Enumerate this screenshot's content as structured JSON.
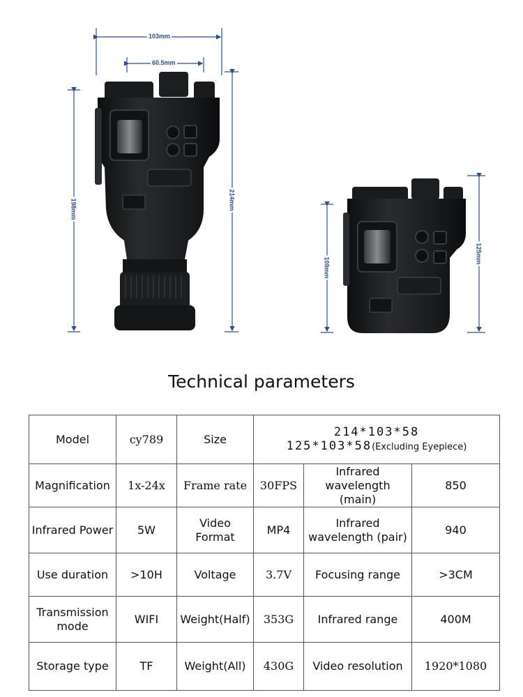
{
  "dimensions": {
    "width_103": "103mm",
    "width_60_5": "60.5mm",
    "height_198": "198mm",
    "height_214": "214mm",
    "height_109": "109mm",
    "height_125": "125mm"
  },
  "colors": {
    "dimension_line": "#2c4f8c",
    "device_body": "#1b1c1e",
    "table_border": "#555555"
  },
  "title": "Technical parameters",
  "table": {
    "model_label": "Model",
    "model_value": "cy789",
    "size_label": "Size",
    "size_line1": "214*103*58",
    "size_line2": "125*103*58",
    "size_note": "(Excluding Eyepiece)",
    "rows": [
      {
        "c1": "Magnification",
        "c2": "1x-24x",
        "c3": "Frame rate",
        "c4": "30FPS",
        "c5": "Infrared wavelength (main)",
        "c6": "850"
      },
      {
        "c1": "Infrared Power",
        "c2": "5W",
        "c3": "Video Format",
        "c4": "MP4",
        "c5": "Infrared wavelength (pair)",
        "c6": "940"
      },
      {
        "c1": "Use duration",
        "c2": ">10H",
        "c3": "Voltage",
        "c4": "3.7V",
        "c5": "Focusing range",
        "c6": ">3CM"
      },
      {
        "c1": "Transmission mode",
        "c2": "WIFI",
        "c3": "Weight(Half)",
        "c4": "353G",
        "c5": "Infrared range",
        "c6": "400M"
      },
      {
        "c1": "Storage type",
        "c2": "TF",
        "c3": "Weight(All)",
        "c4": "430G",
        "c5": "Video resolution",
        "c6": "1920*1080"
      }
    ]
  }
}
